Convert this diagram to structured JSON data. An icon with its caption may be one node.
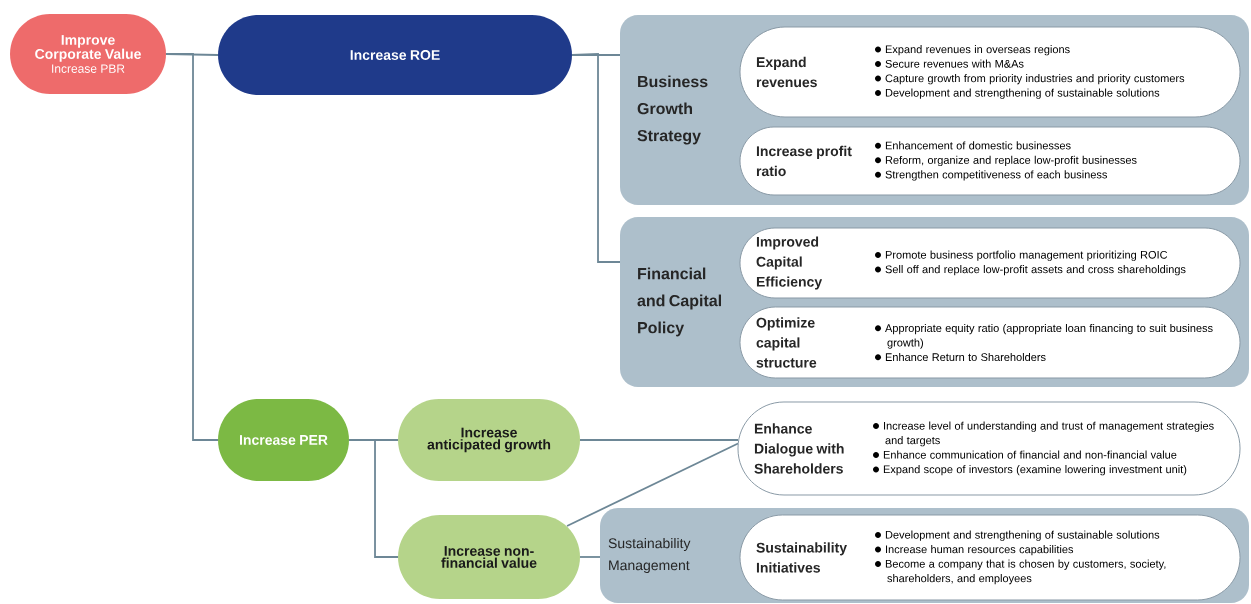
{
  "diagram": {
    "nodes": [
      {
        "text": [
          "Improve Corporate Value",
          "Increase PBR"
        ]
      },
      {
        "text": [
          "Increase ROE"
        ]
      },
      {
        "text": [
          "Business Growth Strategy"
        ]
      },
      {
        "text": [
          "Expand revenues",
          "Expand revenues in overseas regions",
          "Secure revenues with M&As",
          "Capture growth from priority industries and priority customers",
          "Development and strengthening of sustainable solutions"
        ],
        "in": 2
      },
      {
        "text": [
          "Increase profit ratio",
          "Enhancement of domestic businesses",
          "Reform, organize and replace low-profit businesses",
          "Strengthen competitiveness of each business"
        ],
        "in": 2
      },
      {
        "text": [
          "Financial and Capital Policy"
        ]
      },
      {
        "text": [
          "Improved Capital Efficiency",
          "Promote business portfolio management prioritizing ROIC",
          "Sell off and replace low-profit assets and cross shareholdings"
        ],
        "in": 5
      },
      {
        "text": [
          "Optimize capital structure",
          "Appropriate equity ratio (appropriate loan financing to suit business growth)",
          "Enhance Return to Shareholders"
        ],
        "in": 5
      },
      {
        "text": [
          "Increase PER"
        ]
      },
      {
        "text": [
          "Increase anticipated growth"
        ]
      },
      {
        "text": [
          "Increase non-financial value"
        ]
      },
      {
        "text": [
          "Enhance Dialogue with Shareholders",
          "Increase level of understanding and trust of management strategies and targets",
          "Enhance communication of financial and non-financial value",
          "Expand scope of investors (examine lowering investment unit)"
        ]
      },
      {
        "text": [
          "Sustainability Management"
        ]
      },
      {
        "text": [
          "Sustainability Initiatives",
          "Development and strengthening of sustainable solutions",
          "Increase human resources capabilities",
          "Become a company that is chosen by customers, society, shareholders, and employees"
        ],
        "in": 12
      }
    ],
    "edges": [
      {
        "from": 0,
        "to": 1,
        "arrow": "none"
      },
      {
        "from": 0,
        "to": 8,
        "arrow": "none"
      },
      {
        "from": 1,
        "to": 2,
        "arrow": "none"
      },
      {
        "from": 1,
        "to": 5,
        "arrow": "none"
      },
      {
        "from": 8,
        "to": 9,
        "arrow": "none"
      },
      {
        "from": 8,
        "to": 10,
        "arrow": "none"
      },
      {
        "from": 9,
        "to": 11,
        "arrow": "none"
      },
      {
        "from": 10,
        "to": 11,
        "arrow": "none"
      },
      {
        "from": 10,
        "to": 12,
        "arrow": "none"
      }
    ]
  }
}
